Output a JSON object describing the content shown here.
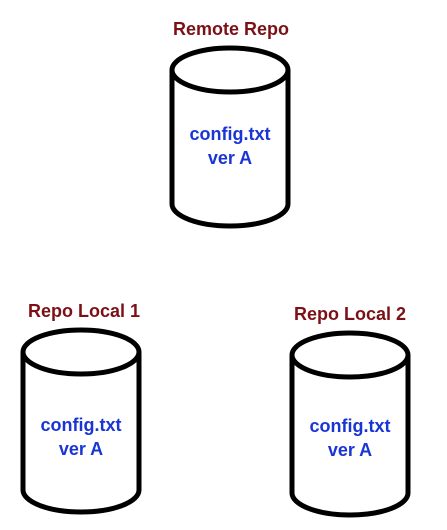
{
  "repos": [
    {
      "label": "Remote Repo",
      "file_name": "config.txt",
      "version": "ver A"
    },
    {
      "label": "Repo Local 1",
      "file_name": "config.txt",
      "version": "ver A"
    },
    {
      "label": "Repo Local 2",
      "file_name": "config.txt",
      "version": "ver A"
    }
  ],
  "colors": {
    "label": "#7b1116",
    "file_text": "#1a35d6",
    "outline": "#000000"
  }
}
